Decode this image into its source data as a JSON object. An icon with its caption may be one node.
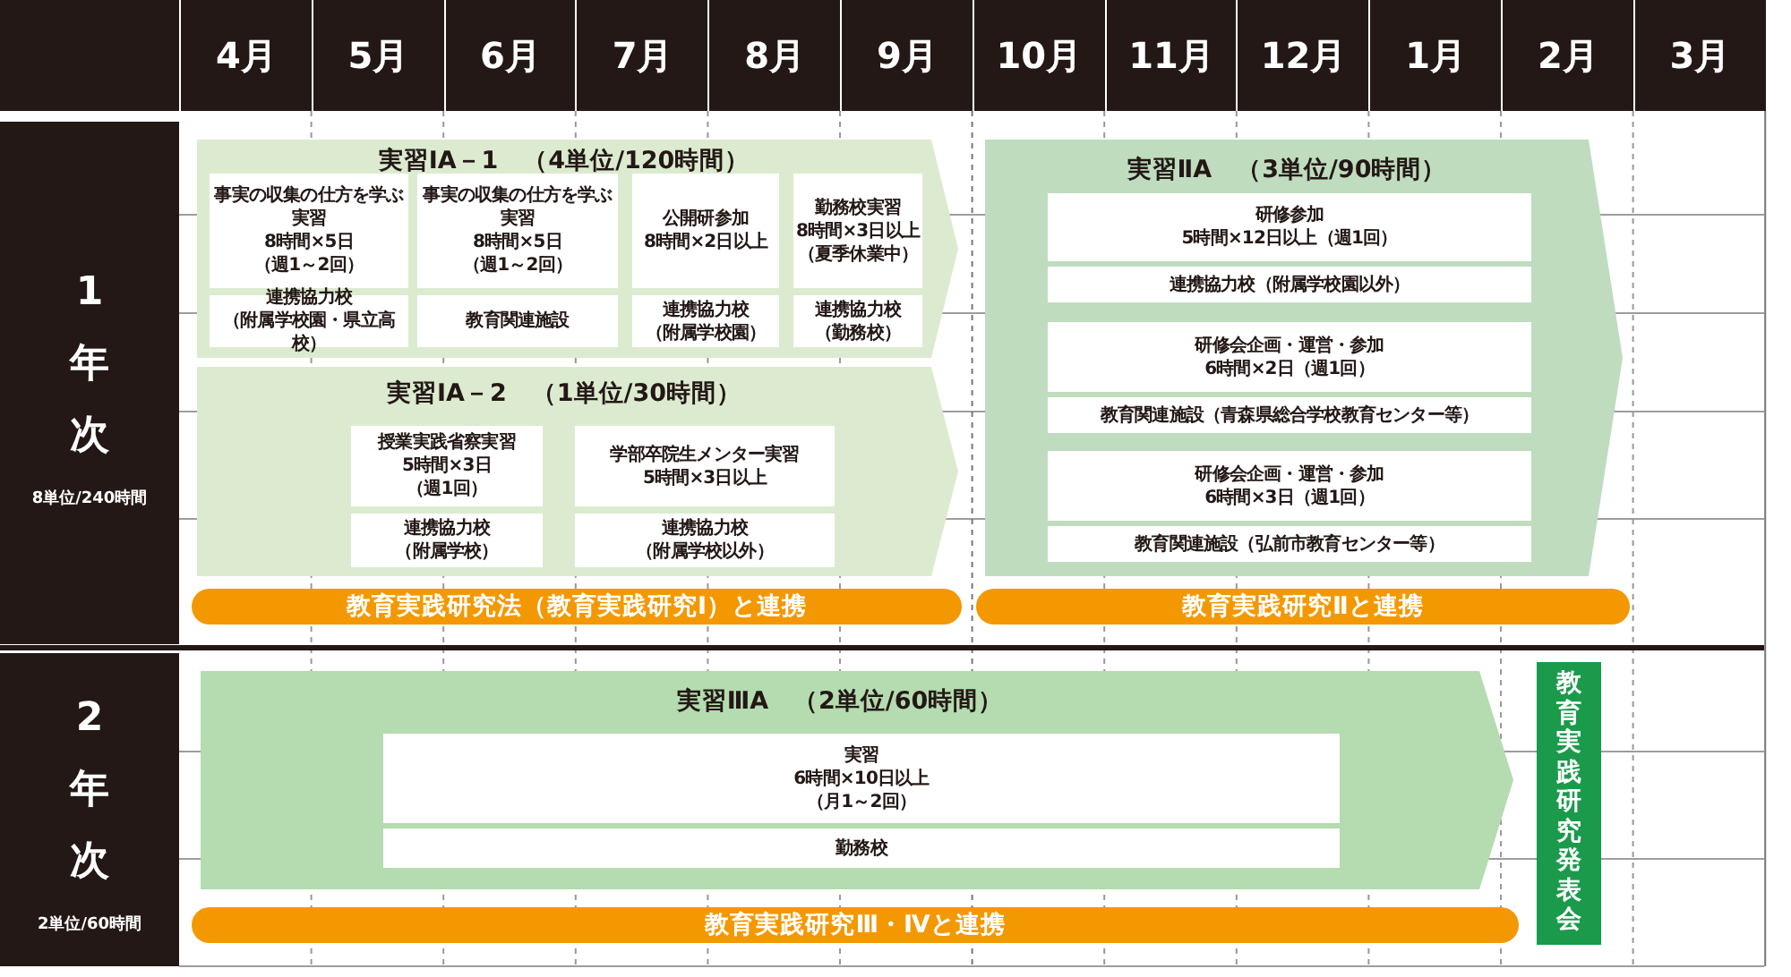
{
  "diagram": {
    "nodes": [
      {
        "text": [
          "実習ⅠA－1　（4単位/120時間）"
        ]
      },
      {
        "text": [
          "事実の収集の仕方を学ぶ実習",
          "8時間×5日",
          "（週1～2回）"
        ],
        "in": 0
      },
      {
        "text": [
          "事実の収集の仕方を学ぶ実習",
          "8時間×5日",
          "（週1～2回）"
        ],
        "in": 0
      },
      {
        "text": [
          "公開研参加",
          "8時間×2日以上"
        ],
        "in": 0
      },
      {
        "text": [
          "勤務校実習",
          "8時間×3日以上",
          "（夏季休業中）"
        ],
        "in": 0
      },
      {
        "text": [
          "連携協力校",
          "（附属学校園・県立高校）"
        ],
        "in": 0
      },
      {
        "text": [
          "教育関連施設"
        ],
        "in": 0
      },
      {
        "text": [
          "連携協力校",
          "（附属学校園）"
        ],
        "in": 0
      },
      {
        "text": [
          "連携協力校",
          "（勤務校）"
        ],
        "in": 0
      },
      {
        "text": [
          "実習ⅠA－2　（1単位/30時間）"
        ]
      },
      {
        "text": [
          "授業実践省察実習",
          "5時間×3日",
          "（週1回）"
        ],
        "in": 9
      },
      {
        "text": [
          "学部卒院生メンター実習",
          "5時間×3日以上"
        ],
        "in": 9
      },
      {
        "text": [
          "連携協力校",
          "（附属学校）"
        ],
        "in": 9
      },
      {
        "text": [
          "連携協力校",
          "（附属学校以外）"
        ],
        "in": 9
      },
      {
        "text": [
          "教育実践研究法（教育実践研究Ⅰ）と連携"
        ]
      },
      {
        "text": [
          "実習ⅡA　（3単位/90時間）"
        ]
      },
      {
        "text": [
          "研修参加",
          "5時間×12日以上（週1回）"
        ],
        "in": 15
      },
      {
        "text": [
          "連携協力校（附属学校園以外）"
        ],
        "in": 15
      },
      {
        "text": [
          "研修会企画・運営・参加",
          "6時間×2日（週1回）"
        ],
        "in": 15
      },
      {
        "text": [
          "教育関連施設（青森県総合学校教育センター等）"
        ],
        "in": 15
      },
      {
        "text": [
          "研修会企画・運営・参加",
          "6時間×3日（週1回）"
        ],
        "in": 15
      },
      {
        "text": [
          "教育関連施設（弘前市教育センター等）"
        ],
        "in": 15
      },
      {
        "text": [
          "教育実践研究Ⅱと連携"
        ]
      },
      {
        "text": [
          "実習ⅢA　（2単位/60時間）"
        ]
      },
      {
        "text": [
          "実習",
          "6時間×10日以上",
          "（月1～2回）"
        ],
        "in": 23
      },
      {
        "text": [
          "勤務校"
        ],
        "in": 23
      },
      {
        "text": [
          "教育実践研究Ⅲ・Ⅳと連携"
        ]
      },
      {
        "text": [
          "教育実践研究発表会"
        ]
      }
    ],
    "labels": [
      "4月",
      "5月",
      "6月",
      "7月",
      "8月",
      "9月",
      "10月",
      "11月",
      "12月",
      "1月",
      "2月",
      "3月",
      "1年次",
      "8単位/240時間",
      "2年次",
      "2単位/60時間"
    ]
  }
}
